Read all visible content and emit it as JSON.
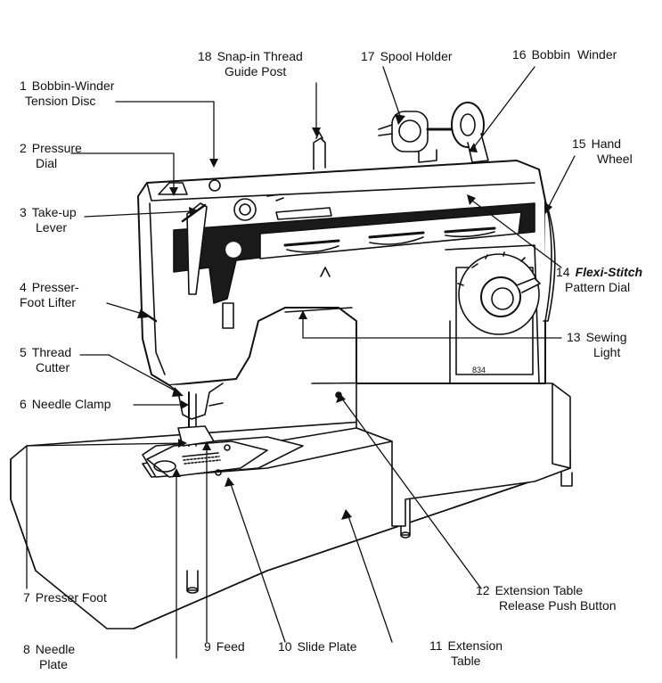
{
  "labels": {
    "l1": {
      "num": "1",
      "line1": "Bobbin-Winder",
      "line2": "Tension Disc"
    },
    "l2": {
      "num": "2",
      "line1": "Pressure",
      "line2": "Dial"
    },
    "l3": {
      "num": "3",
      "line1": "Take-up",
      "line2": "Lever"
    },
    "l4": {
      "num": "4",
      "line1": "Presser-",
      "line2": "Foot Lifter"
    },
    "l5": {
      "num": "5",
      "line1": "Thread",
      "line2": "Cutter"
    },
    "l6": {
      "num": "6",
      "line1": "Needle Clamp"
    },
    "l7": {
      "num": "7",
      "line1": "Presser Foot"
    },
    "l8": {
      "num": "8",
      "line1": "Needle",
      "line2": "Plate"
    },
    "l9": {
      "num": "9",
      "line1": "Feed"
    },
    "l10": {
      "num": "10",
      "line1": "Slide Plate"
    },
    "l11": {
      "num": "11",
      "line1": "Extension",
      "line2": "Table"
    },
    "l12": {
      "num": "12",
      "line1": "Extension Table",
      "line2": "Release Push Button"
    },
    "l13": {
      "num": "13",
      "line1": "Sewing",
      "line2": "Light"
    },
    "l14": {
      "num": "14",
      "line1": "Flexi-Stitch",
      "line2": "Pattern Dial"
    },
    "l15": {
      "num": "15",
      "line1": "Hand",
      "line2": "Wheel"
    },
    "l16": {
      "num": "16",
      "line1": "Bobbin  Winder"
    },
    "l17": {
      "num": "17",
      "line1": "Spool Holder"
    },
    "l18": {
      "num": "18",
      "line1": "Snap-in Thread",
      "line2": "Guide Post"
    }
  },
  "machine_badge": "834",
  "colors": {
    "ink": "#111111",
    "body": "#ffffff",
    "panel": "#1a1a1a"
  }
}
